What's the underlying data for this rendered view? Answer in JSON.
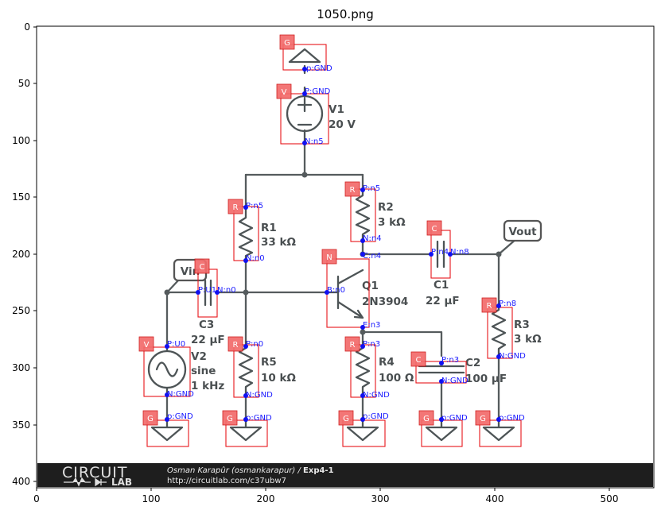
{
  "title": "1050.png",
  "axes": {
    "x_ticks": [
      "0",
      "100",
      "200",
      "300",
      "400",
      "500"
    ],
    "y_ticks": [
      "0",
      "50",
      "100",
      "150",
      "200",
      "250",
      "300",
      "350",
      "400"
    ]
  },
  "colors": {
    "wire": "#555b5d",
    "bbox": "#e8141a",
    "pin": "#1010f0",
    "tag": "#f26b6b"
  },
  "components": [
    {
      "id": "g_top",
      "tag": "G"
    },
    {
      "id": "v1",
      "tag": "V",
      "name": "V1",
      "value": "20 V"
    },
    {
      "id": "r1",
      "tag": "R",
      "name": "R1",
      "value": "33 kΩ"
    },
    {
      "id": "r2",
      "tag": "R",
      "name": "R2",
      "value": "3 kΩ"
    },
    {
      "id": "c1",
      "tag": "C",
      "name": "C1",
      "value": "22 µF"
    },
    {
      "id": "vout",
      "tag": "",
      "name": "Vout"
    },
    {
      "id": "vin",
      "tag": "",
      "name": "Vin"
    },
    {
      "id": "c3",
      "tag": "C",
      "name": "C3",
      "value": "22 µF"
    },
    {
      "id": "q1",
      "tag": "N",
      "name": "Q1",
      "value": "2N3904"
    },
    {
      "id": "r3",
      "tag": "R",
      "name": "R3",
      "value": "3 kΩ"
    },
    {
      "id": "v2",
      "tag": "V",
      "name": "V2",
      "value": "sine",
      "value2": "1 kHz"
    },
    {
      "id": "r5",
      "tag": "R",
      "name": "R5",
      "value": "10 kΩ"
    },
    {
      "id": "r4",
      "tag": "R",
      "name": "R4",
      "value": "100 Ω"
    },
    {
      "id": "c2",
      "tag": "C",
      "name": "C2",
      "value": "100 µF"
    },
    {
      "id": "g1",
      "tag": "G"
    },
    {
      "id": "g2",
      "tag": "G"
    },
    {
      "id": "g3",
      "tag": "G"
    },
    {
      "id": "g4",
      "tag": "G"
    },
    {
      "id": "g5",
      "tag": "G"
    }
  ],
  "pins": [
    {
      "id": "p1",
      "label": "p:GND"
    },
    {
      "id": "p2",
      "label": "P:GND"
    },
    {
      "id": "p3",
      "label": "N:n5"
    },
    {
      "id": "p4",
      "label": "P:n5"
    },
    {
      "id": "p5",
      "label": "N:n0"
    },
    {
      "id": "p6",
      "label": "P:n5"
    },
    {
      "id": "p7",
      "label": "N:n4"
    },
    {
      "id": "p8",
      "label": "C:n4"
    },
    {
      "id": "p9",
      "label": "P:n4"
    },
    {
      "id": "p10",
      "label": "N:n8"
    },
    {
      "id": "p11",
      "label": "P:U1"
    },
    {
      "id": "p12",
      "label": "N:n0"
    },
    {
      "id": "p13",
      "label": "B:n0"
    },
    {
      "id": "p14",
      "label": "E:n3"
    },
    {
      "id": "p15",
      "label": "P:n8"
    },
    {
      "id": "p16",
      "label": "P:U0"
    },
    {
      "id": "p17",
      "label": "P:n0"
    },
    {
      "id": "p18",
      "label": "P:n3"
    },
    {
      "id": "p19",
      "label": "P:n3"
    },
    {
      "id": "p20",
      "label": "N:GND"
    },
    {
      "id": "p21",
      "label": "N:GND"
    },
    {
      "id": "p22",
      "label": "N:GND"
    },
    {
      "id": "p23",
      "label": "N:GND"
    },
    {
      "id": "p24",
      "label": "N:GND"
    },
    {
      "id": "p25",
      "label": "p:GND"
    },
    {
      "id": "p26",
      "label": "p:GND"
    },
    {
      "id": "p27",
      "label": "p:GND"
    },
    {
      "id": "p28",
      "label": "p:GND"
    },
    {
      "id": "p29",
      "label": "p:GND"
    }
  ],
  "footer": {
    "logo": "CIRCUIT",
    "logo_sub": "LAB",
    "author": "Osman Karapûr (osmankarapur) / ",
    "project": "Exp4-1",
    "url": "http://circuitlab.com/c37ubw7"
  }
}
